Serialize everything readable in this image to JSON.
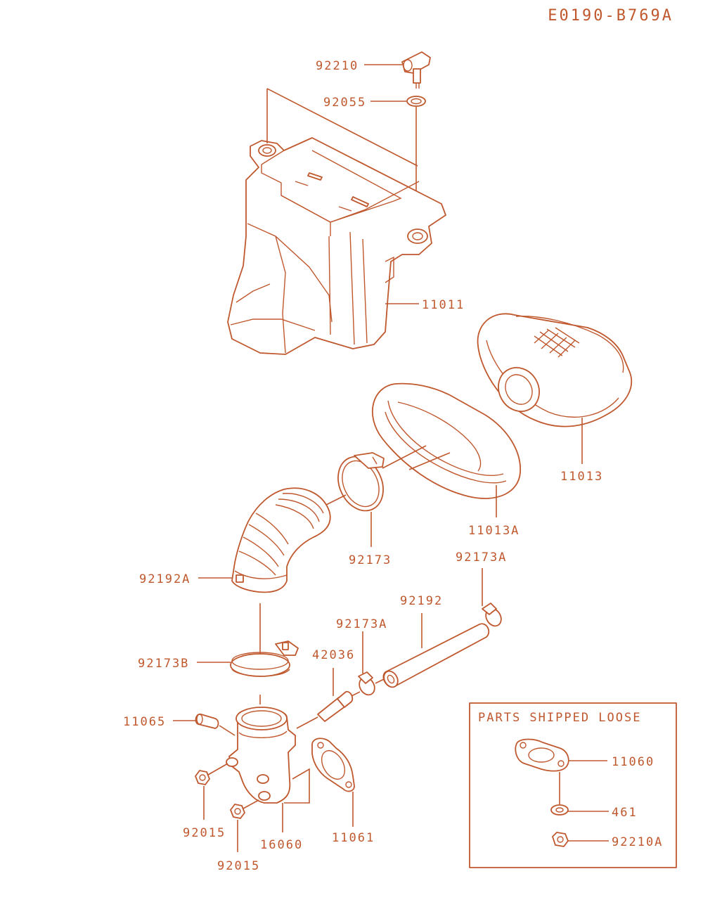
{
  "diagram_code": "E0190-B769A",
  "loose_box_title": "PARTS SHIPPED LOOSE",
  "accent_color": "#c0582e",
  "labels": {
    "p92210": "92210",
    "p92055": "92055",
    "p11011": "11011",
    "p11013": "11013",
    "p11013A": "11013A",
    "p92173": "92173",
    "p92173A_top": "92173A",
    "p92192A": "92192A",
    "p92192": "92192",
    "p92173A_mid": "92173A",
    "p92173B": "92173B",
    "p42036": "42036",
    "p11065": "11065",
    "p92015_a": "92015",
    "p16060": "16060",
    "p11061": "11061",
    "p92015_b": "92015",
    "p11060": "11060",
    "p461": "461",
    "p92210A": "92210A"
  }
}
